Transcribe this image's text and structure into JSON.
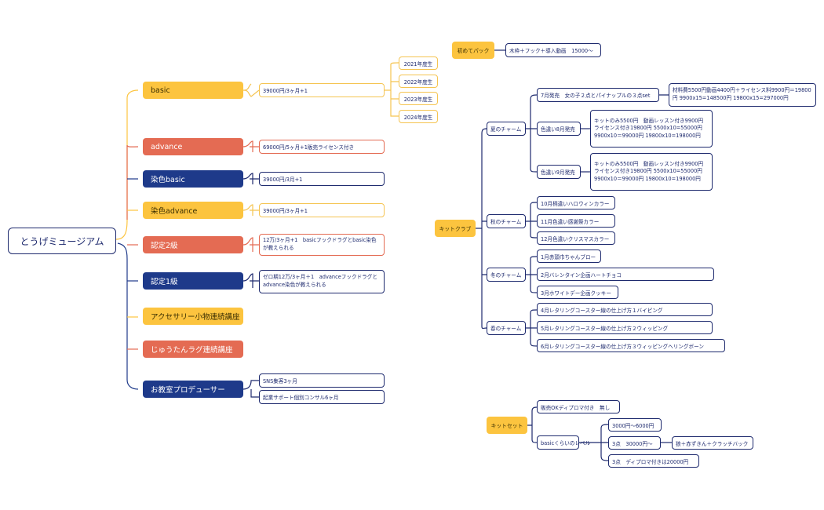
{
  "root": "とうげミュージアム",
  "courses": [
    {
      "label": "basic",
      "detail": "39000円/3ヶ月+1"
    },
    {
      "label": "advance",
      "detail": "69000円/5ヶ月+1販売ライセンス付き"
    },
    {
      "label": "染色basic",
      "detail": "39000円/3月+1"
    },
    {
      "label": "染色advance",
      "detail": "39000円/3ヶ月+1"
    },
    {
      "label": "認定2級",
      "detail": "12万/3ヶ月+1　basicフックドラグとbasic染色が教えられる"
    },
    {
      "label": "認定1級",
      "detail": "ゼロ期12万/3ヶ月＋1　advanceフックドラグとadvance染色が教えられる"
    },
    {
      "label": "アクセサリー小物連続講座"
    },
    {
      "label": "じゅうたんラグ連続講座"
    },
    {
      "label": "お教室プロデューサー",
      "details": [
        "SNS集客3ヶ月",
        "起業サポート個別コンサル6ヶ月"
      ]
    }
  ],
  "years": [
    "2021年度生",
    "2022年度生",
    "2023年度生",
    "2024年度生"
  ],
  "first_pack": {
    "label": "初めてパック",
    "detail": "木枠＋フック＋導入動画　15000〜"
  },
  "kit_club": {
    "label": "キットクラブ",
    "summer": {
      "label": "夏のチャーム",
      "items": [
        {
          "label": "7月発売　女の子２点とパイナップルの３点set",
          "detail": "材料費5500円動画4400円＋ライセンス料9900円＝19800円 9900x15=148500円 19800x15=297000円"
        },
        {
          "label": "色違い8月発売",
          "detail": "キットのみ5500円　動画レッスン付き9900円　ライセンス付き19800円 5500x10=55000円　9900x10＝99000円 19800x10=198000円"
        },
        {
          "label": "色違い9月発売",
          "detail": "キットのみ5500円　動画レッスン付き9900円　ライセンス付き19800円 5500x10=55000円　9900x10＝99000円 19800x10=198000円"
        }
      ]
    },
    "autumn": {
      "label": "秋のチャーム",
      "items": [
        "10月柄違いハロウィンカラー",
        "11月色違い感謝祭カラー",
        "12月色違いクリスマスカラー"
      ]
    },
    "winter": {
      "label": "冬のチャーム",
      "items": [
        "1月赤頭巾ちゃんブロー",
        "2月バレンタイン企画ハートチョコ",
        "3月ホワイトデー企画クッキー"
      ]
    },
    "spring": {
      "label": "春のチャーム",
      "items": [
        "4月レタリングコースター線の仕上げ方１バイピング",
        "5月レタリングコースター線の仕上げ方２ウィッピング",
        "6月レタリングコースター線の仕上げ方３ウィッピングヘリングボーン"
      ]
    }
  },
  "kit_set": {
    "label": "キットセット",
    "sales": "販売OKディプロマ付き　無し",
    "basic_level": "basicくらいのレベル",
    "levels": [
      "3000円〜6000円",
      "3点　30000円〜",
      "3点　ディプロマ付きは20000円"
    ],
    "level_detail": "狼＋赤ずきん＋クラッチバック"
  },
  "colors": {
    "navy": "#1e2a6e",
    "yellow": "#fcc43f",
    "red": "#e46b53",
    "blue": "#1e3a8a"
  }
}
